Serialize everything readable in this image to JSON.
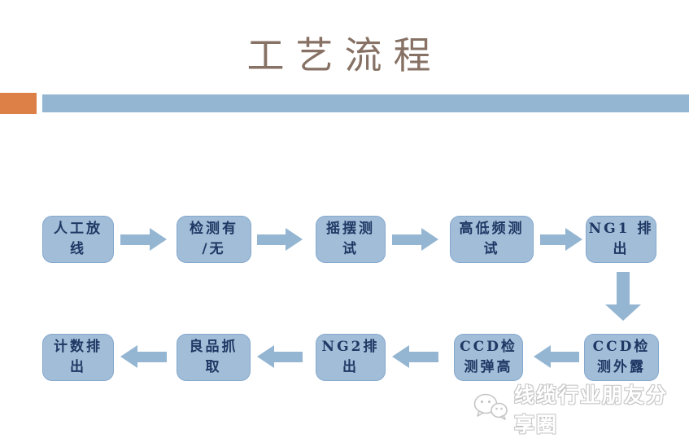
{
  "slide": {
    "title": "工艺流程"
  },
  "colors": {
    "accent_orange": "#dd8047",
    "accent_blue": "#94b6d2",
    "box_fill": "#a2bdd8",
    "box_border": "#84a8cd",
    "box_text": "#1f3864",
    "title_text": "#867164"
  },
  "flow": {
    "row1": [
      {
        "label": "人工放\n线"
      },
      {
        "label": "检测有\n/无"
      },
      {
        "label": "摇摆测\n试"
      },
      {
        "label": "高低频测\n试"
      },
      {
        "label": "NG1 排\n出"
      }
    ],
    "row2": [
      {
        "label": "计数排\n出"
      },
      {
        "label": "良品抓\n取"
      },
      {
        "label": "NG2排\n出"
      },
      {
        "label": "CCD检\n测弹高"
      },
      {
        "label": "CCD检\n测外露"
      }
    ]
  },
  "watermark": {
    "text": "线缆行业朋友分享圈",
    "icon": "wechat-icon"
  }
}
